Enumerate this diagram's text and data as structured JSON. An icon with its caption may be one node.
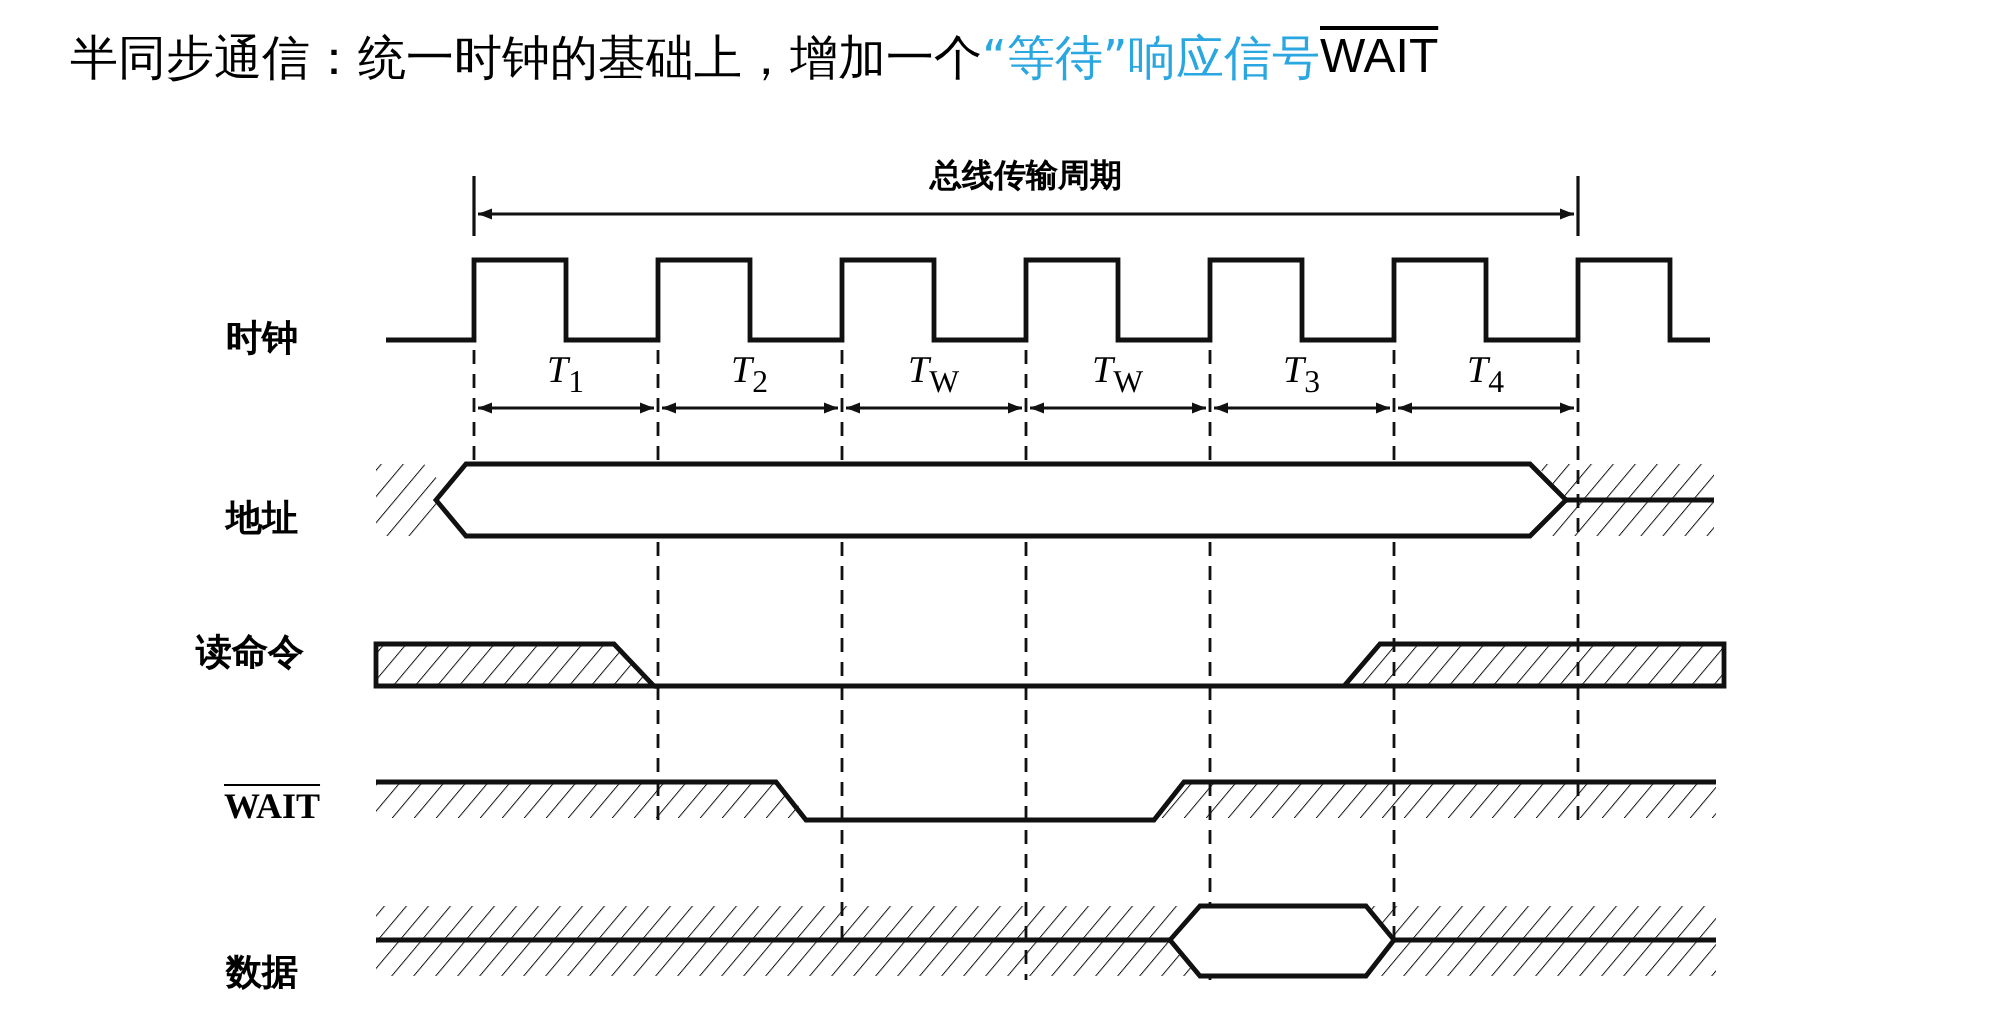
{
  "diagram": {
    "labels": [
      "半同步通信：统一时钟的基础上，增加一个",
      "“等待”响应信号",
      "WAIT",
      "总线传输周期",
      "时钟",
      "*T*$_{1}$",
      "*T*$_{2}$",
      "*T*$_{W}$",
      "*T*$_{W}$",
      "*T*$_{3}$",
      "*T*$_{4}$",
      "地址",
      "读命令",
      "WAIT",
      "数据"
    ]
  }
}
